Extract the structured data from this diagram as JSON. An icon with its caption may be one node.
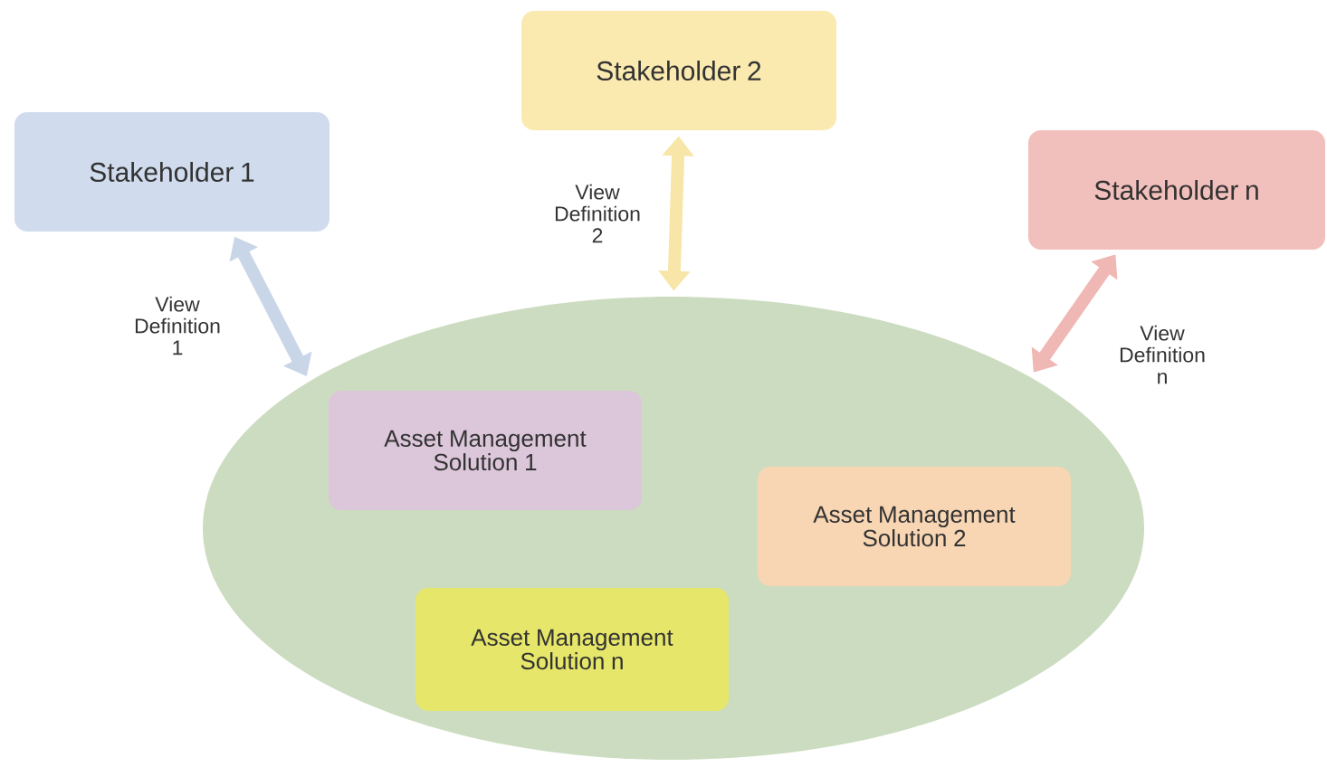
{
  "diagram": {
    "nodes": [
      {
        "text": [
          "Stakeholder 1"
        ]
      },
      {
        "text": [
          "Stakeholder 2"
        ]
      },
      {
        "text": [
          "Stakeholder n"
        ]
      },
      {
        "text": [],
        "shape": "ellipse"
      },
      {
        "text": [
          "Asset Management Solution 1"
        ],
        "in": 3
      },
      {
        "text": [
          "Asset Management Solution 2"
        ],
        "in": 3
      },
      {
        "text": [
          "Asset Management Solution n"
        ],
        "in": 3
      }
    ],
    "edges": [
      {
        "from": 0,
        "to": 3,
        "arrow": "both",
        "label": "View Definition 1",
        "color": "#c9d6e8"
      },
      {
        "from": 1,
        "to": 3,
        "arrow": "both",
        "label": "View Definition 2",
        "color": "#f8e6a8"
      },
      {
        "from": 2,
        "to": 3,
        "arrow": "both",
        "label": "View Definition n",
        "color": "#f0b8b4"
      }
    ]
  }
}
